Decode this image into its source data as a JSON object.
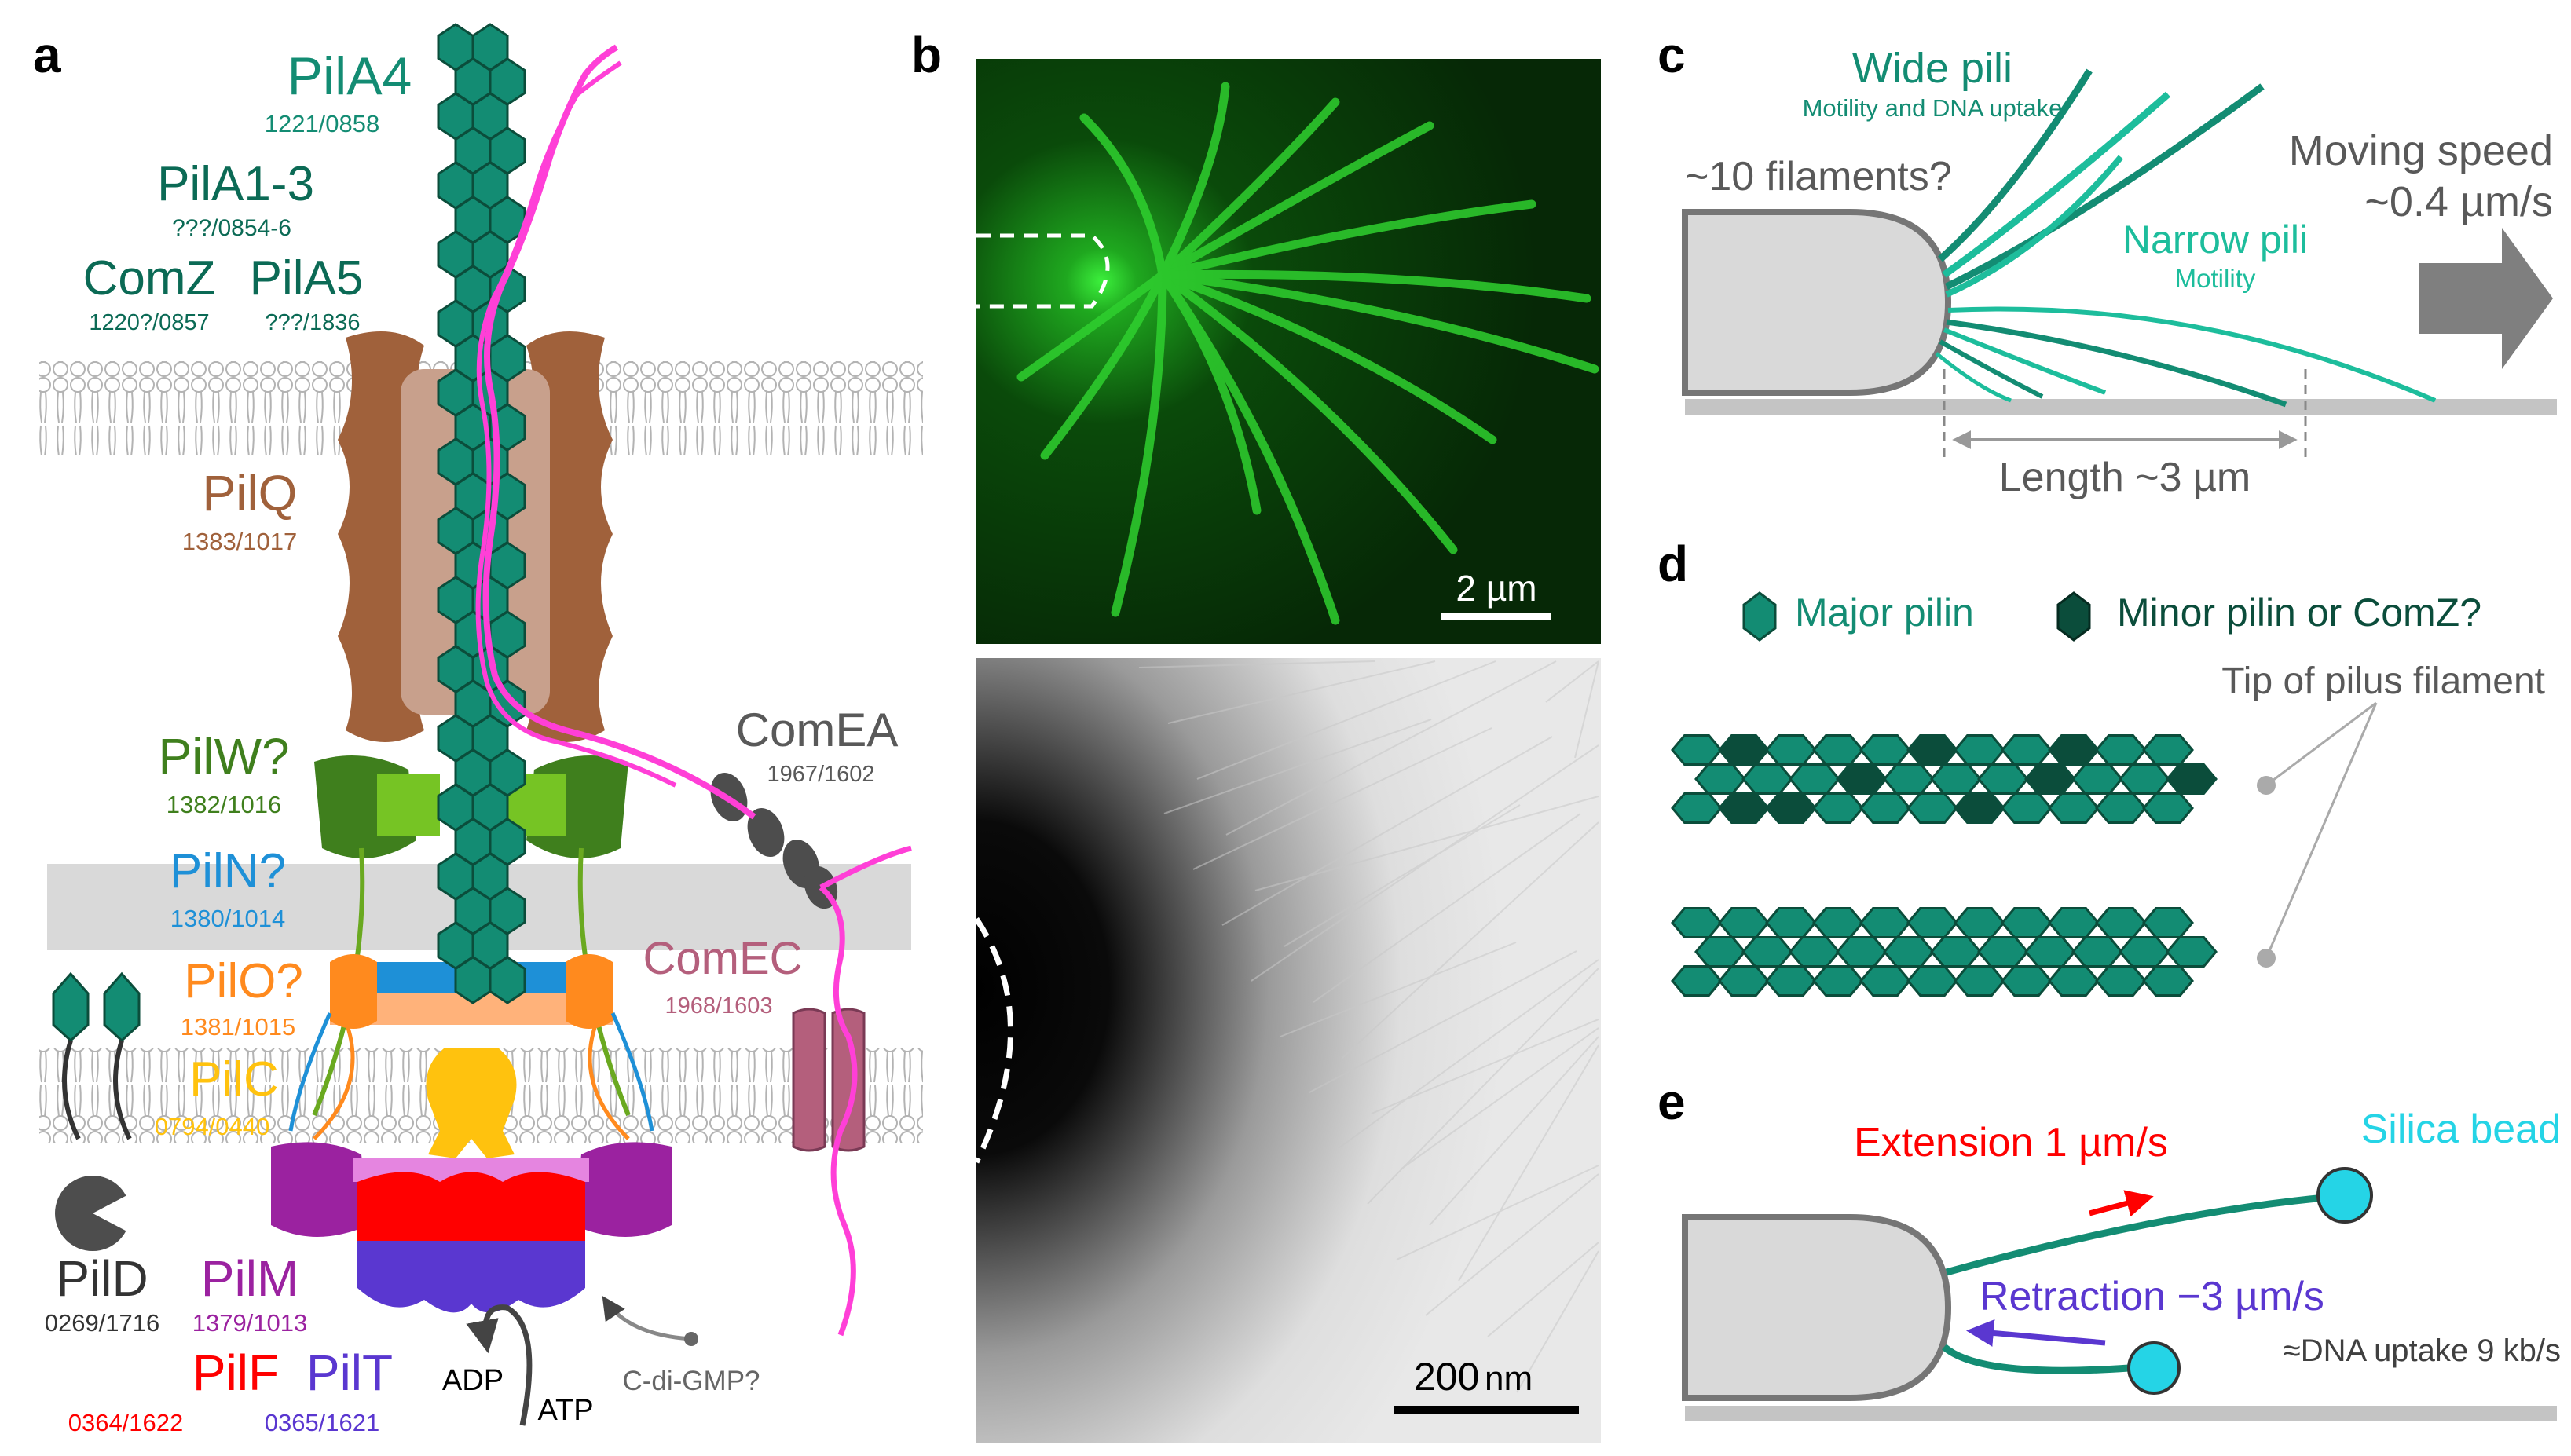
{
  "panel_letters": {
    "a": "a",
    "b": "b",
    "c": "c",
    "d": "d",
    "e": "e"
  },
  "colors": {
    "pilin": "#138c73",
    "pilin_dark": "#0b4d3b",
    "pilin_light": "#1dbd9c",
    "dna": "#ff3fd7",
    "pilQ": "#a0613b",
    "pilQ_light": "#c8a08c",
    "pilW": "#3f7f1d",
    "pilW_light": "#76c424",
    "pilN": "#1e90d7",
    "pilO": "#ff8a1e",
    "pilC": "#ffc20e",
    "pilM": "#9b22a0",
    "pilF": "#ff0000",
    "pilT": "#5a37d0",
    "comEC": "#b45f7c",
    "gray_text": "#595959",
    "cyan": "#25d4e6"
  },
  "panel_a": {
    "pilA4": {
      "name": "PilA4",
      "ids": "1221/0858"
    },
    "pilA13": {
      "name": "PilA1-3",
      "ids": "???/0854-6"
    },
    "comZ": {
      "name": "ComZ",
      "ids": "1220?/0857"
    },
    "pilA5": {
      "name": "PilA5",
      "ids": "???/1836"
    },
    "pilQ": {
      "name": "PilQ",
      "ids": "1383/1017"
    },
    "pilW": {
      "name": "PilW?",
      "ids": "1382/1016"
    },
    "pilN": {
      "name": "PilN?",
      "ids": "1380/1014"
    },
    "pilO": {
      "name": "PilO?",
      "ids": "1381/1015"
    },
    "pilC": {
      "name": "PilC",
      "ids": "0794/0440"
    },
    "pilD": {
      "name": "PilD",
      "ids": "0269/1716"
    },
    "pilM": {
      "name": "PilM",
      "ids": "1379/1013"
    },
    "pilF": {
      "name": "PilF",
      "ids": "0364/1622"
    },
    "pilT": {
      "name": "PilT",
      "ids": "0365/1621"
    },
    "comEA": {
      "name": "ComEA",
      "ids": "1967/1602"
    },
    "comEC": {
      "name": "ComEC",
      "ids": "1968/1603"
    },
    "adp": "ADP",
    "atp": "ATP",
    "cdigmp": "C-di-GMP?"
  },
  "panel_b": {
    "scale_top": "2 µm",
    "scale_bottom_num": "200",
    "scale_bottom_unit": "nm"
  },
  "panel_c": {
    "wide_pili": "Wide pili",
    "wide_sub": "Motility and DNA uptake",
    "filaments": "~10 filaments?",
    "moving_speed": "Moving speed",
    "speed_value": "~0.4 µm/s",
    "narrow_pili": "Narrow pili",
    "narrow_sub": "Motility",
    "length": "Length ~3 µm"
  },
  "panel_d": {
    "major": "Major pilin",
    "minor": "Minor pilin  or ComZ?",
    "tip": "Tip of pilus filament"
  },
  "panel_e": {
    "extension": "Extension 1 µm/s",
    "silica": "Silica bead",
    "retraction": "Retraction −3 µm/s",
    "dna_uptake": "≈DNA uptake 9 kb/s"
  }
}
